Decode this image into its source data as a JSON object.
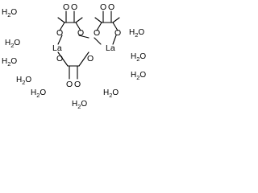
{
  "molecule": {
    "metal_label": "La",
    "oxygen_label": "O",
    "water_label_prefix": "H",
    "water_label_subscript": "2",
    "water_label_suffix": "O",
    "water_count": 10
  }
}
